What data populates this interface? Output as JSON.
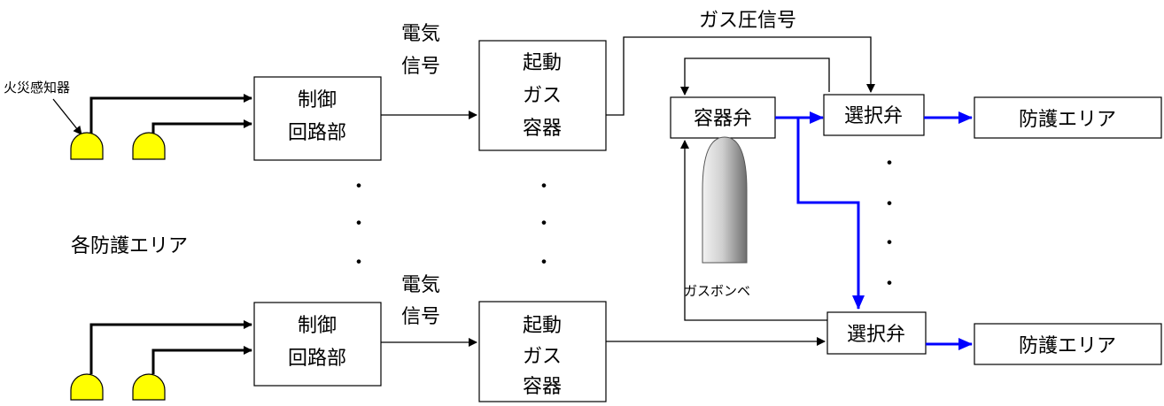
{
  "labels": {
    "fire_detector": "火災感知器",
    "each_area": "各防護エリア",
    "control_unit_line1": "制御",
    "control_unit_line2": "回路部",
    "electric_signal_line1": "電気",
    "electric_signal_line2": "信号",
    "starter_line1": "起動",
    "starter_line2": "ガス",
    "starter_line3": "容器",
    "gas_pressure_signal": "ガス圧信号",
    "container_valve": "容器弁",
    "selector_valve": "選択弁",
    "protected_area": "防護エリア",
    "gas_cylinder": "ガスボンベ",
    "ellipsis_dot": "・"
  },
  "colors": {
    "line": "#000000",
    "detector_fill": "#ffff00",
    "pipe": "#0000ff",
    "cylinder_light": "#f2f2f2",
    "cylinder_dark": "#6e6e6e",
    "box_fill": "#ffffff"
  }
}
